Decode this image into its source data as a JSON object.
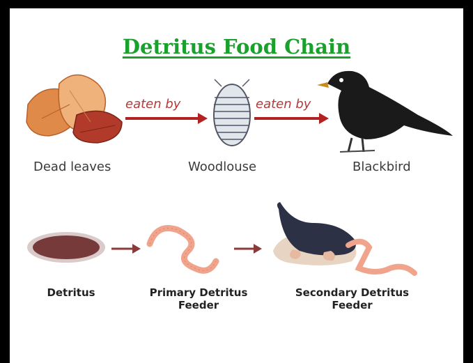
{
  "title": "Detritus Food Chain",
  "top_chain": {
    "items": [
      "Dead leaves",
      "Woodlouse",
      "Blackbird"
    ],
    "connector": "eaten by"
  },
  "bottom_chain": {
    "items": [
      "Detritus",
      "Primary Detritus Feeder",
      "Secondary Detritus Feeder"
    ],
    "item_lines": [
      [
        "Detritus"
      ],
      [
        "Primary Detritus",
        "Feeder"
      ],
      [
        "Secondary Detritus",
        "Feeder"
      ]
    ]
  },
  "colors": {
    "title": "#1aa02c",
    "arrow_top": "#b22222",
    "arrow_bottom": "#8a3a3a",
    "frame": "#000000"
  }
}
